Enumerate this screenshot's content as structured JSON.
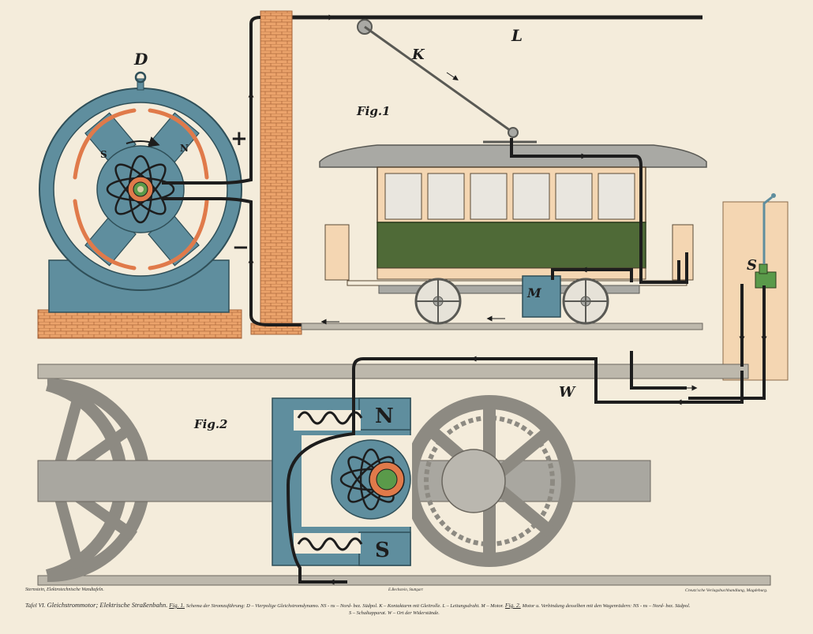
{
  "labels": {
    "dynamo": "D",
    "line": "L",
    "trolley": "K",
    "fig1": "Fig.1",
    "fig2": "Fig.2",
    "plus": "+",
    "minus": "−",
    "motor": "M",
    "switch": "S",
    "resistor": "W",
    "north_big": "N",
    "south_big": "S",
    "pole_n": "N",
    "pole_s": "S"
  },
  "footer": {
    "left": "Sternstein, Elektrotechnische Wandtafeln.",
    "center": "E.Bechstein, Stuttgart",
    "right": "Creutz'sche Verlagsbuchhandlung, Magdeburg.",
    "caption_plate": "Tafel VI.",
    "caption_title": "Gleichstrommotor; Elektrische Straßenbahn.",
    "fig1_ref": "Fig. 1.",
    "caption_fig1": "Schema der Stromzuführung: D – Vierpolige Gleichstromdynamo. NS - ns – Nord- bez. Südpol. K – Kontaktarm mit Gleitrolle. L – Leitungsdraht. M – Motor.",
    "fig2_ref": "Fig. 2.",
    "caption_fig2": "Motor u. Verbindung desselben mit den Wagenrädern: NS - ns – Nord- bez. Südpol.",
    "caption_line2": "S – Schaltapparat. W – Ort der Widerstände."
  },
  "colors": {
    "paper": "#f4ecdb",
    "steel_blue": "#5f8e9e",
    "brick": "#eba36b",
    "wire": "#1d1d1d",
    "coil_orange": "#e07a4a",
    "car_body": "#f4d6b2",
    "car_green": "#4f6a37",
    "roof_gray": "#a9a9a4",
    "wheel_gray": "#9c9a93"
  }
}
